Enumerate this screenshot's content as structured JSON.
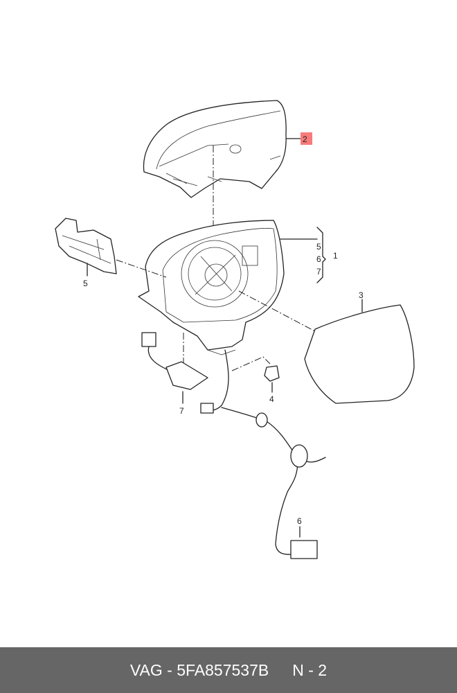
{
  "diagram": {
    "callouts": {
      "part_2": "2",
      "part_1": "1",
      "bracket_5": "5",
      "bracket_6": "6",
      "bracket_7": "7",
      "part_3": "3",
      "part_4": "4",
      "part_5": "5",
      "part_6": "6",
      "part_7": "7"
    },
    "highlight_color": "#f77b7b"
  },
  "footer": {
    "part_number": "VAG - 5FA857537B",
    "position": "N - 2"
  }
}
